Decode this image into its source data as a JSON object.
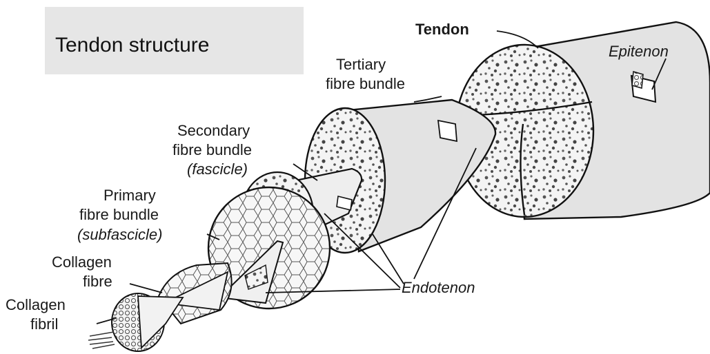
{
  "title": "Tendon structure",
  "labels": {
    "tendon": "Tendon",
    "epitenon": "Epitenon",
    "tertiary_line1": "Tertiary",
    "tertiary_line2": "fibre bundle",
    "secondary_line1": "Secondary",
    "secondary_line2": "fibre bundle",
    "secondary_line3": "(fascicle)",
    "primary_line1": "Primary",
    "primary_line2": "fibre bundle",
    "primary_line3": "(subfascicle)",
    "fibre_line1": "Collagen",
    "fibre_line2": "fibre",
    "fibril_line1": "Collagen",
    "fibril_line2": "fibril",
    "endotenon": "Endotenon"
  },
  "colors": {
    "title_box": "#e6e6e6",
    "outline": "#111111",
    "tissue_fill": "#f2f2f2",
    "sheath_fill": "#e3e3e3",
    "speckle": "#555555"
  }
}
